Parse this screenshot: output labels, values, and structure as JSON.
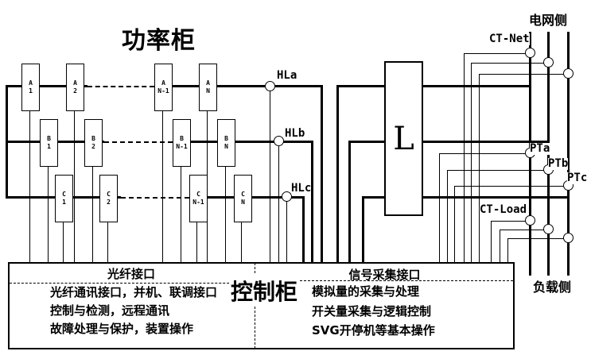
{
  "title": "功率柜",
  "inductor": {
    "label": "L"
  },
  "sides": {
    "grid": "电网侧",
    "load": "负载侧"
  },
  "sensors": {
    "hla": "HLa",
    "hlb": "HLb",
    "hlc": "HLc",
    "ct_net": "CT-Net",
    "ct_load": "CT-Load",
    "pta": "PTa",
    "ptb": "PTb",
    "ptc": "PTc"
  },
  "modules": [
    {
      "phase": "A",
      "num": "1"
    },
    {
      "phase": "A",
      "num": "2"
    },
    {
      "phase": "A",
      "num": "N-1"
    },
    {
      "phase": "A",
      "num": "N"
    },
    {
      "phase": "B",
      "num": "1"
    },
    {
      "phase": "B",
      "num": "2"
    },
    {
      "phase": "B",
      "num": "N-1"
    },
    {
      "phase": "B",
      "num": "N"
    },
    {
      "phase": "C",
      "num": "1"
    },
    {
      "phase": "C",
      "num": "2"
    },
    {
      "phase": "C",
      "num": "N-1"
    },
    {
      "phase": "C",
      "num": "N"
    }
  ],
  "cabinet": {
    "label": "控制柜",
    "left": {
      "header": "光纤接口",
      "items": [
        "光纤通讯接口，并机、联调接口",
        "控制与检测，远程通讯",
        "故障处理与保护，装置操作"
      ]
    },
    "right": {
      "header": "信号采集接口",
      "items": [
        "模拟量的采集与处理",
        "开关量采集与逻辑控制",
        "SVG开停机等基本操作"
      ]
    }
  },
  "colors": {
    "line": "#000000",
    "background": "#ffffff"
  }
}
